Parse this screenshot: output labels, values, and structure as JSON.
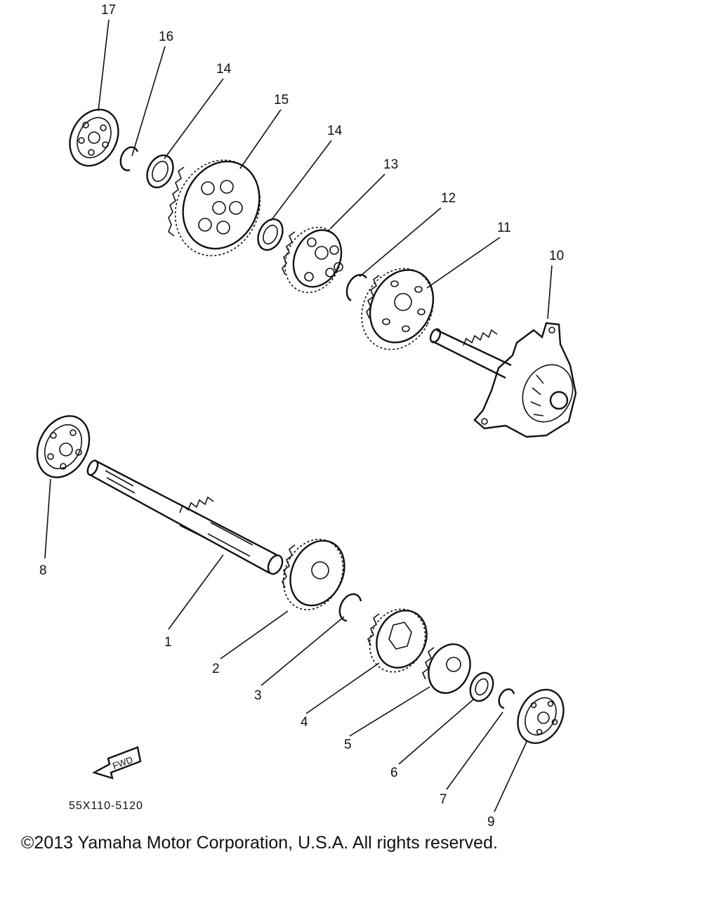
{
  "diagram": {
    "callouts": {
      "p1": "1",
      "p2": "2",
      "p3": "3",
      "p4": "4",
      "p5": "5",
      "p6": "6",
      "p7": "7",
      "p8": "8",
      "p9": "9",
      "p10": "10",
      "p11": "11",
      "p12": "12",
      "p13": "13",
      "p14a": "14",
      "p14b": "14",
      "p15": "15",
      "p16": "16",
      "p17": "17"
    },
    "fwd_label": "FWD",
    "drawing_code": "55X110-5120"
  },
  "copyright": "©2013 Yamaha Motor Corporation, U.S.A. All rights reserved."
}
